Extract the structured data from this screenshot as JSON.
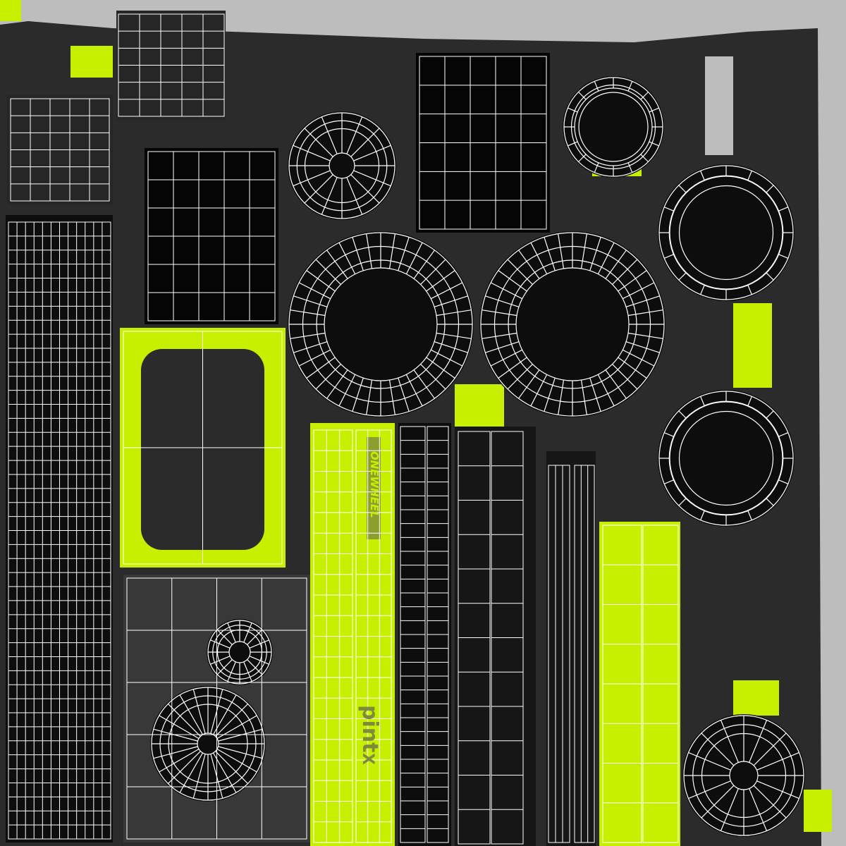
{
  "texture": {
    "kind": "uv-wireframe-atlas",
    "logos": {
      "brand": "ONEWHEEL",
      "model": "pint",
      "model_suffix": "X"
    },
    "colors": {
      "lime": "#c6f000",
      "dark": "#2b2b2b",
      "black": "#0d0d0d",
      "background": "#bdbdbd",
      "wire": "#ffffff",
      "logo": "#7d8a3c"
    }
  }
}
